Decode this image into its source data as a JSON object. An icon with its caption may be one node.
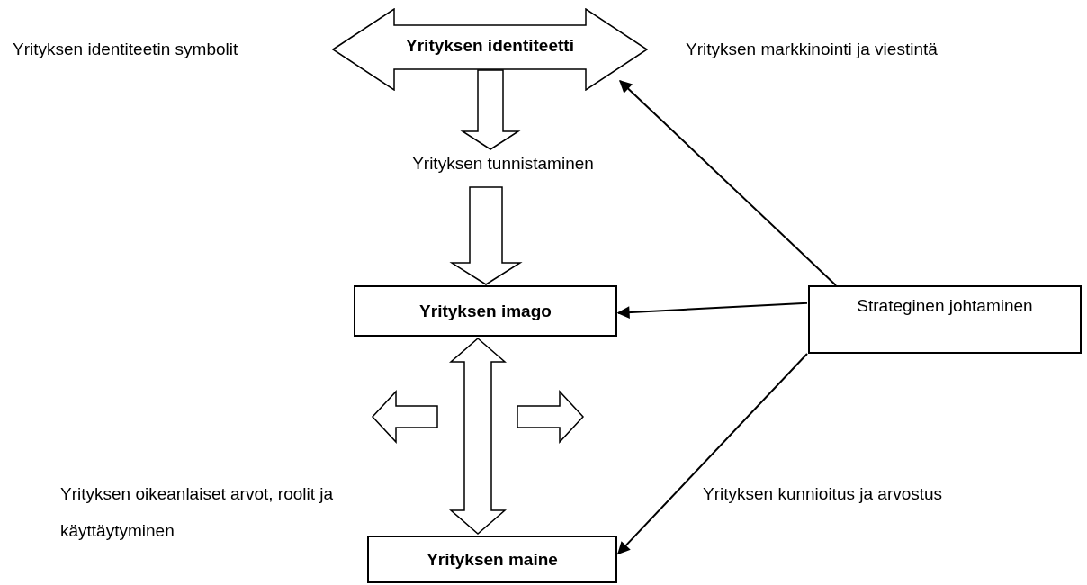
{
  "diagram": {
    "nodes": [
      {
        "text": [
          "Yrityksen identiteetti"
        ]
      },
      {
        "text": [
          "Yrityksen tunnistaminen"
        ]
      },
      {
        "text": [
          "Yrityksen imago"
        ]
      },
      {
        "text": [
          "Strateginen johtaminen"
        ]
      },
      {
        "text": [
          "Yrityksen maine"
        ]
      }
    ],
    "edges": [
      {
        "from": 0,
        "to": 1,
        "arrow": "to",
        "style": "thick"
      },
      {
        "from": 1,
        "to": 2,
        "arrow": "to",
        "style": "thick"
      },
      {
        "from": 2,
        "to": 4,
        "arrow": "both",
        "style": "thick"
      },
      {
        "from": 3,
        "to": 0,
        "arrow": "to"
      },
      {
        "from": 3,
        "to": 2,
        "arrow": "to"
      },
      {
        "from": 3,
        "to": 4,
        "arrow": "to"
      }
    ],
    "labels": [
      "Yrityksen identiteetin symbolit",
      "Yrityksen markkinointi ja viestintä",
      "Yrityksen oikeanlaiset arvot, roolit ja käyttäytyminen",
      "Yrityksen kunnioitus ja arvostus"
    ]
  }
}
